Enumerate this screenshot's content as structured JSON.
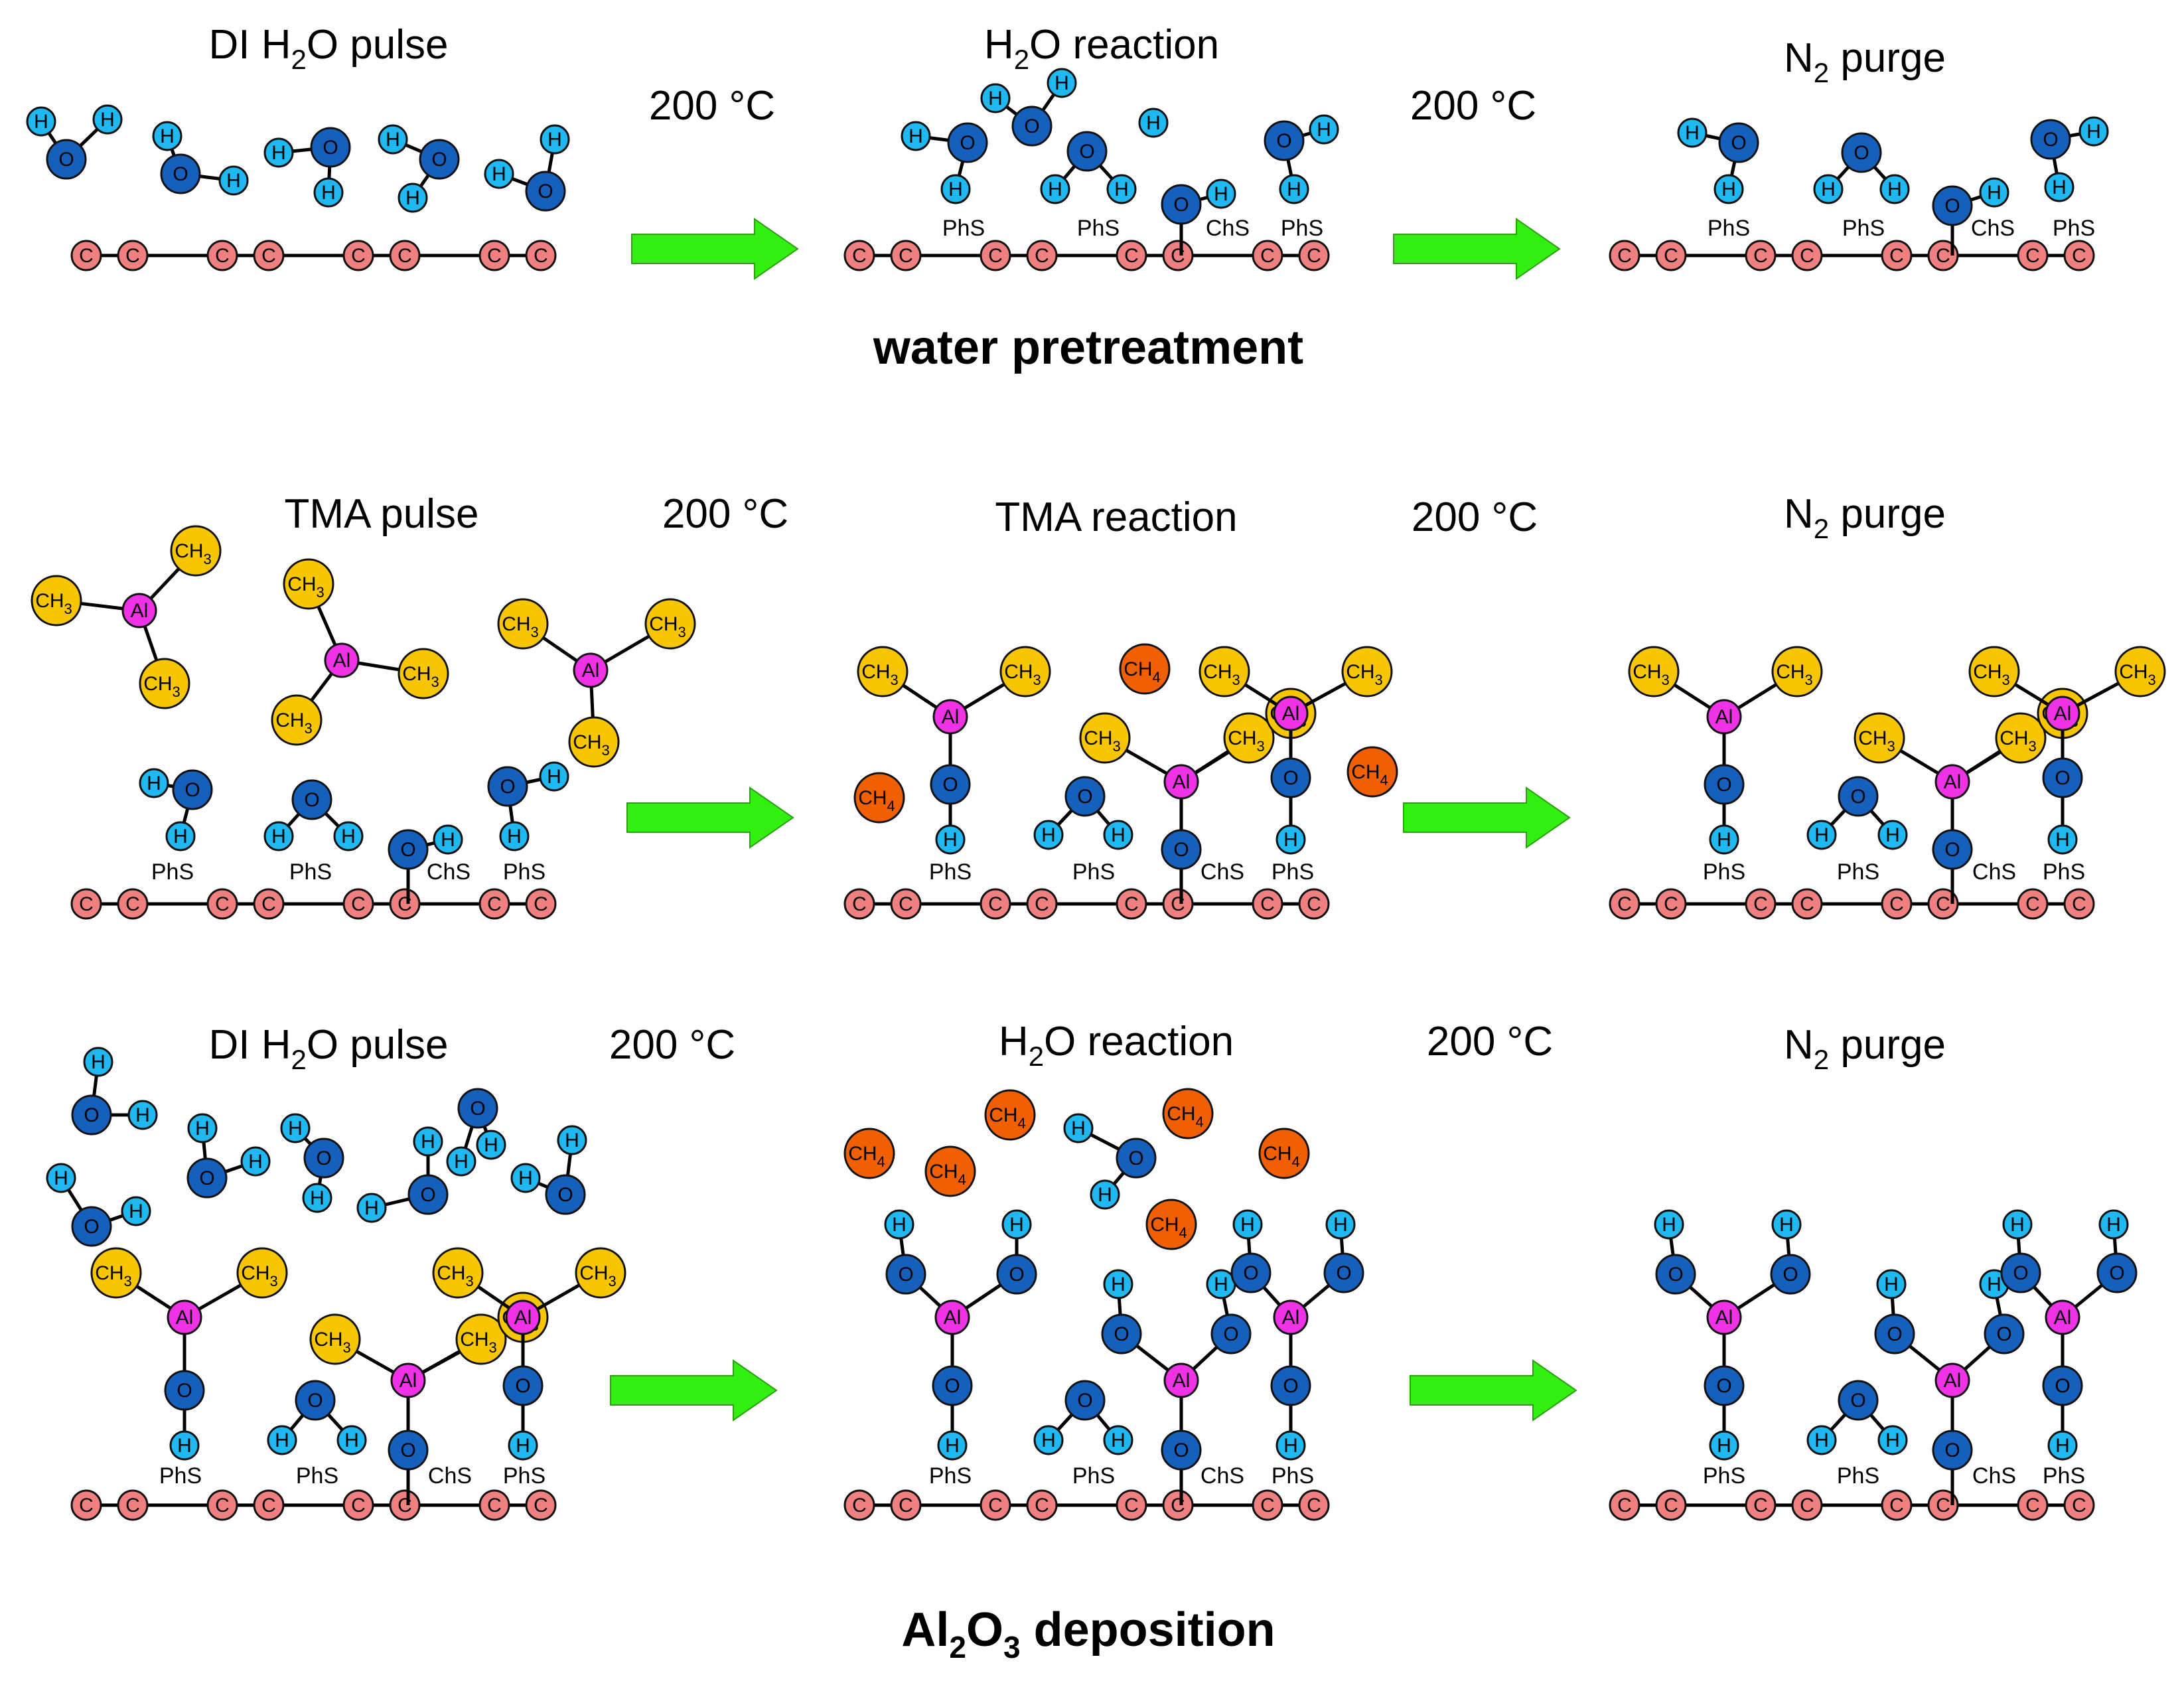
{
  "colors": {
    "carbon": "#f08080",
    "hydrogen": "#1fb8f0",
    "oxygen": "#1560bd",
    "aluminum": "#f032e6",
    "methyl": "#f7c600",
    "methane": "#f06000",
    "arrow": "#33ee11",
    "bond": "#000000"
  },
  "labels": {
    "atom_C": "C",
    "atom_H": "H",
    "atom_O": "O",
    "atom_Al": "Al",
    "group_CH": "CH",
    "group_sub3": "3",
    "group_sub4": "4",
    "site_PhS": "PhS",
    "site_ChS": "ChS"
  },
  "rows": [
    {
      "steps": [
        {
          "pre": "DI H",
          "sub": "2",
          "post": "O pulse"
        },
        {
          "pre": "H",
          "sub": "2",
          "post": "O reaction"
        },
        {
          "pre": "N",
          "sub": "2",
          "post": " purge"
        }
      ],
      "temps": [
        "200 °C",
        "200 °C"
      ]
    },
    {
      "steps": [
        {
          "pre": "TMA pulse",
          "sub": "",
          "post": ""
        },
        {
          "pre": "TMA reaction",
          "sub": "",
          "post": ""
        },
        {
          "pre": "N",
          "sub": "2",
          "post": " purge"
        }
      ],
      "temps": [
        "200 °C",
        "200 °C"
      ]
    },
    {
      "steps": [
        {
          "pre": "DI H",
          "sub": "2",
          "post": "O pulse"
        },
        {
          "pre": "H",
          "sub": "2",
          "post": "O reaction"
        },
        {
          "pre": "N",
          "sub": "2",
          "post": " purge"
        }
      ],
      "temps": [
        "200 °C",
        "200 °C"
      ]
    }
  ],
  "section_titles": {
    "water": "water pretreatment",
    "deposition": {
      "pre": "Al",
      "sub1": "2",
      "mid": "O",
      "sub2": "3",
      "post": " deposition"
    }
  }
}
